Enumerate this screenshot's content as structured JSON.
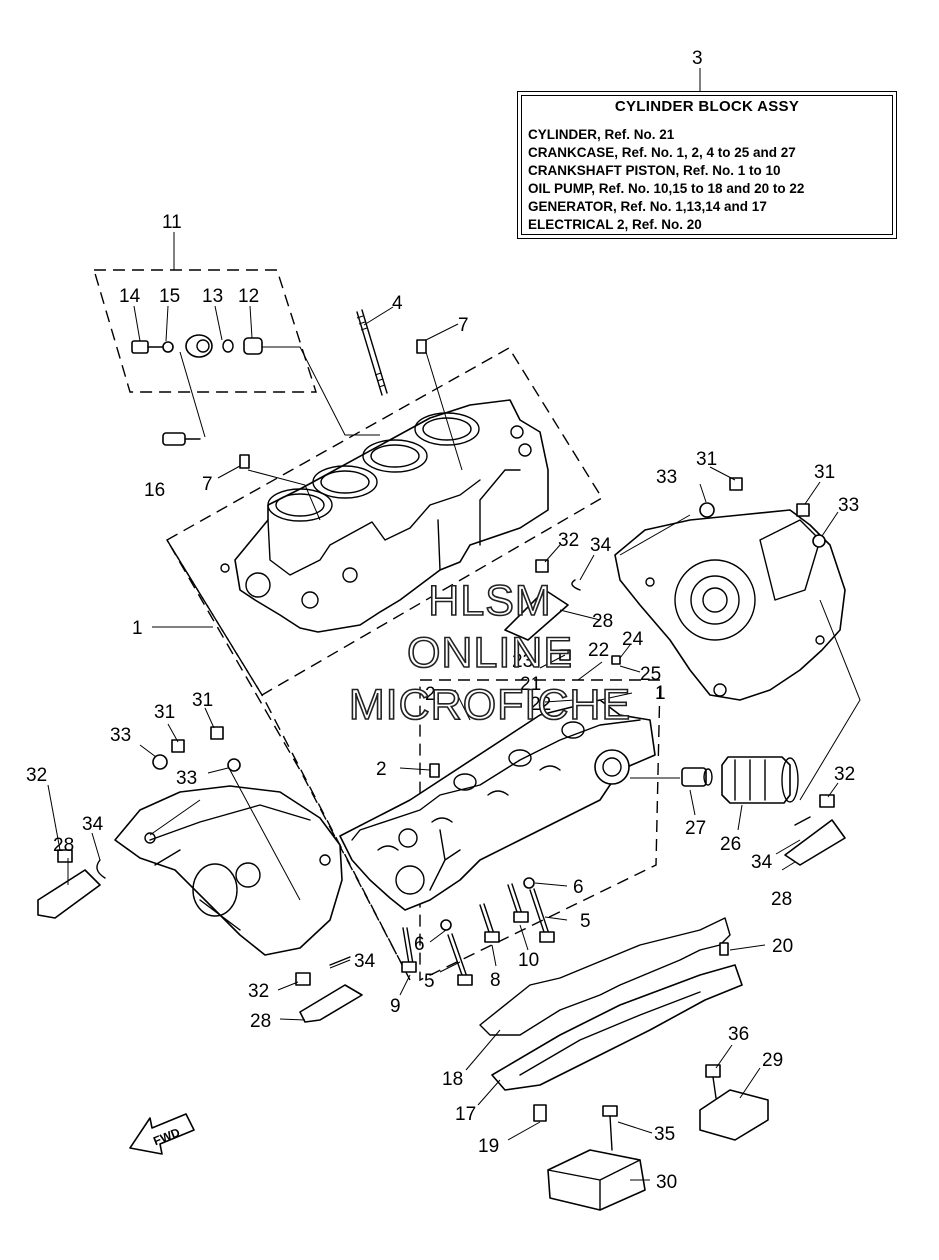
{
  "info_box": {
    "ref_number": "3",
    "title": "CYLINDER BLOCK ASSY",
    "lines": [
      "CYLINDER,  Ref. No. 21",
      "CRANKCASE, Ref. No. 1, 2, 4 to 25 and 27",
      "CRANKSHAFT PISTON,  Ref. No. 1 to 10",
      "OIL PUMP,   Ref. No. 10,15 to 18  and 20 to 22",
      "GENERATOR,  Ref. No. 1,13,14 and 17",
      "ELECTRICAL 2, Ref. No. 20"
    ]
  },
  "watermark": {
    "line1": "HLSM",
    "line2": "ONLINE",
    "line3": "MICROFICHE"
  },
  "fwd_label": "FWD",
  "callouts": [
    "11",
    "14",
    "15",
    "13",
    "12",
    "4",
    "7",
    "16",
    "7",
    "33",
    "31",
    "31",
    "33",
    "32",
    "34",
    "28",
    "24",
    "22",
    "25",
    "23",
    "21",
    "1",
    "22",
    "1",
    "31",
    "31",
    "33",
    "33",
    "32",
    "34",
    "28",
    "2",
    "2",
    "27",
    "26",
    "32",
    "34",
    "28",
    "6",
    "5",
    "6",
    "5",
    "8",
    "10",
    "9",
    "34",
    "32",
    "28",
    "20",
    "18",
    "17",
    "36",
    "29",
    "19",
    "35",
    "30"
  ]
}
